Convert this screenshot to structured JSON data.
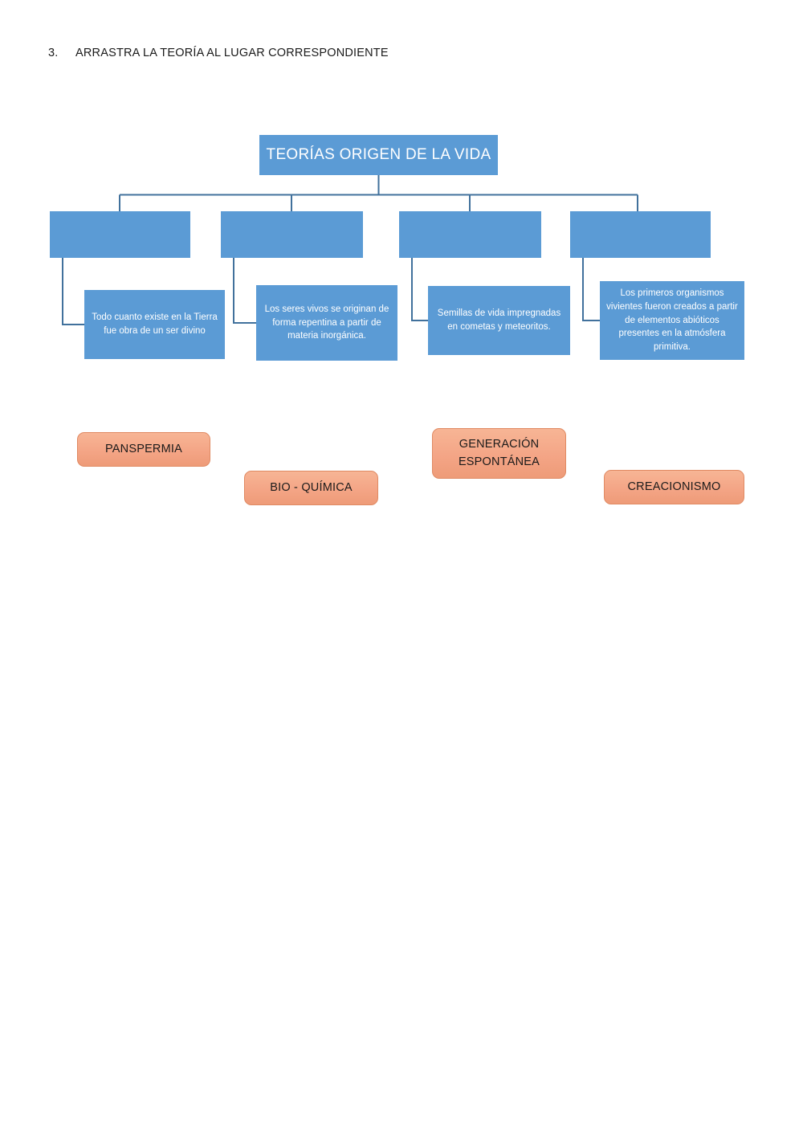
{
  "heading": {
    "number": "3.",
    "text": "ARRASTRA LA TEORÍA AL LUGAR CORRESPONDIENTE"
  },
  "diagram": {
    "root": {
      "label": "TEORÍAS ORIGEN DE LA VIDA"
    },
    "slots": [
      {
        "label": ""
      },
      {
        "label": ""
      },
      {
        "label": ""
      },
      {
        "label": ""
      }
    ],
    "descriptions": [
      {
        "text": "Todo cuanto existe en la Tierra fue obra de un ser divino"
      },
      {
        "text": "Los seres vivos se originan de forma repentina a partir de materia inorgánica."
      },
      {
        "text": "Semillas de vida impregnadas en cometas y meteoritos."
      },
      {
        "text": "Los primeros organismos vivientes fueron creados a partir de elementos abióticos presentes en la atmósfera primitiva."
      }
    ]
  },
  "chips": [
    {
      "label": "PANSPERMIA"
    },
    {
      "label": "BIO - QUÍMICA"
    },
    {
      "label": "GENERACIÓN ESPONTÁNEA"
    },
    {
      "label": "CREACIONISMO"
    }
  ],
  "colors": {
    "node_blue": "#5B9BD5",
    "chip_orange": "#F4A586",
    "chip_border": "#E08A63",
    "connector_line": "#41719C",
    "text_dark": "#1A1A1A",
    "text_light": "#FFFFFF",
    "page_background": "#FFFFFF"
  }
}
